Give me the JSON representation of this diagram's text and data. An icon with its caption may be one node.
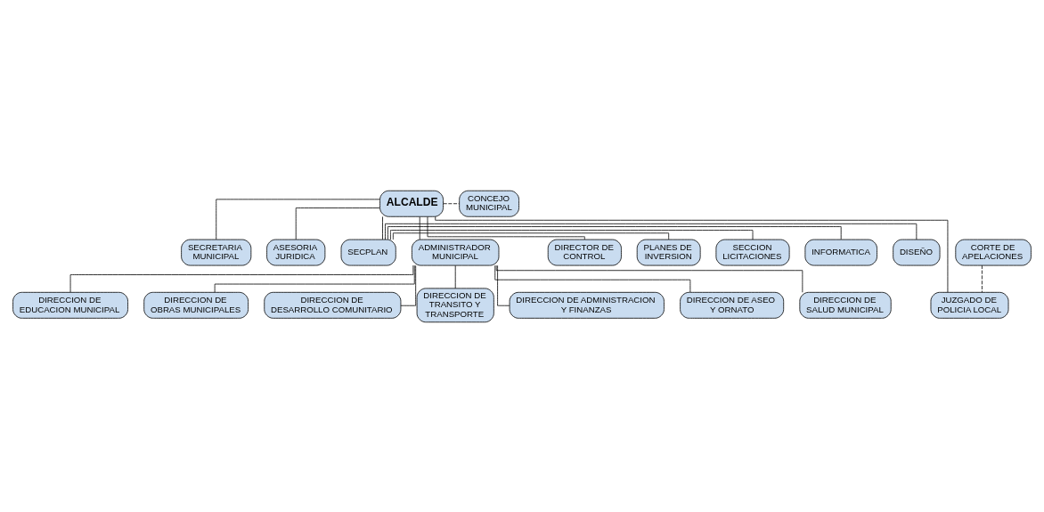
{
  "diagram": {
    "nodes": [
      {
        "text": [
          "ALCALDE"
        ]
      },
      {
        "text": [
          "CONCEJO MUNICIPAL"
        ]
      },
      {
        "text": [
          "CORTE DE APELACIONES"
        ]
      },
      {
        "text": [
          "DIRECTOR DE CONTROL"
        ]
      },
      {
        "text": [
          "SECRETARIA MUNICIPAL"
        ]
      },
      {
        "text": [
          "ASESORIA JURIDICA"
        ]
      },
      {
        "text": [
          "SECPLAN"
        ]
      },
      {
        "text": [
          "PLANES DE INVERSION"
        ]
      },
      {
        "text": [
          "DISEÑO"
        ]
      },
      {
        "text": [
          "INFORMATICA"
        ]
      },
      {
        "text": [
          "SECCION LICITACIONES"
        ]
      },
      {
        "text": [
          "JUZGADO DE POLICIA LOCAL"
        ]
      },
      {
        "text": [
          "ADMINISTRADOR MUNICIPAL"
        ]
      },
      {
        "text": [
          "DIRECCION DE EDUCACION MUNICIPAL"
        ]
      },
      {
        "text": [
          "DIRECCION DE OBRAS MUNICIPALES"
        ]
      },
      {
        "text": [
          "DIRECCION DE DESARROLLO COMUNITARIO"
        ]
      },
      {
        "text": [
          "DIRECCION DE TRANSITO Y TRANSPORTE"
        ]
      },
      {
        "text": [
          "DIRECCION DE ADMINISTRACION Y FINANZAS"
        ]
      },
      {
        "text": [
          "DIRECCION DE ASEO Y ORNATO"
        ]
      },
      {
        "text": [
          "DIRECCION DE SALUD MUNICIPAL"
        ]
      }
    ],
    "edges": [
      {
        "from": 0,
        "to": 1,
        "arrow": "none",
        "style": "dashed"
      },
      {
        "from": 0,
        "to": 3,
        "arrow": "none"
      },
      {
        "from": 0,
        "to": 4,
        "arrow": "none"
      },
      {
        "from": 0,
        "to": 5,
        "arrow": "none"
      },
      {
        "from": 0,
        "to": 6,
        "arrow": "none"
      },
      {
        "from": 6,
        "to": 7,
        "arrow": "none"
      },
      {
        "from": 6,
        "to": 8,
        "arrow": "none"
      },
      {
        "from": 6,
        "to": 9,
        "arrow": "none"
      },
      {
        "from": 6,
        "to": 10,
        "arrow": "none"
      },
      {
        "from": 2,
        "to": 11,
        "arrow": "none",
        "style": "dashed"
      },
      {
        "from": 0,
        "to": 11,
        "arrow": "none"
      },
      {
        "from": 0,
        "to": 12,
        "arrow": "none"
      },
      {
        "from": 12,
        "to": 13,
        "arrow": "none"
      },
      {
        "from": 12,
        "to": 14,
        "arrow": "none"
      },
      {
        "from": 12,
        "to": 15,
        "arrow": "none"
      },
      {
        "from": 12,
        "to": 16,
        "arrow": "none"
      },
      {
        "from": 12,
        "to": 17,
        "arrow": "none"
      },
      {
        "from": 12,
        "to": 18,
        "arrow": "none"
      },
      {
        "from": 12,
        "to": 19,
        "arrow": "none"
      }
    ]
  }
}
